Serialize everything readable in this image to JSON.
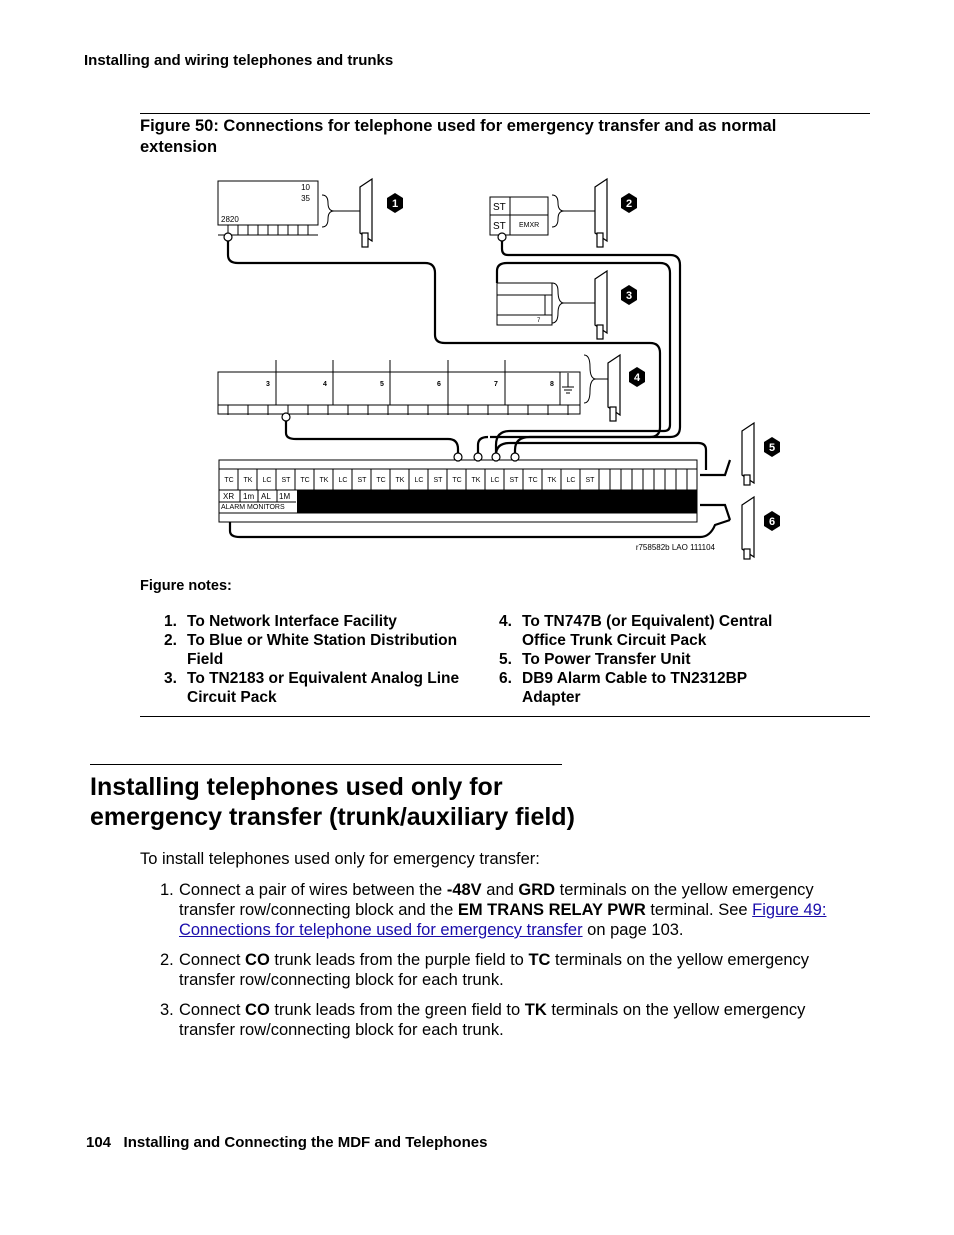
{
  "running_head": "Installing and wiring telephones and trunks",
  "figure": {
    "caption_line1": "Figure 50: Connections for telephone used for emergency transfer and as normal",
    "caption_line2": "extension",
    "diagram": {
      "block1_num_top": "10",
      "block1_num_bottom": "35",
      "block1_label": "2820",
      "block2_st1": "ST",
      "block2_st2": "ST",
      "block2_emxr": "EMXR",
      "block3_num": "7",
      "row_numbers": [
        "3",
        "4",
        "5",
        "6",
        "7",
        "8"
      ],
      "terminal_labels": [
        "TC",
        "TK",
        "LC",
        "ST",
        "TC",
        "TK",
        "LC",
        "ST",
        "TC",
        "TK",
        "LC",
        "ST",
        "TC",
        "TK",
        "LC",
        "ST",
        "TC",
        "TK",
        "LC",
        "ST"
      ],
      "alarm_labels": [
        "XR",
        "1m",
        "AL",
        "1M"
      ],
      "alarm_monitors": "ALARM MONITORS",
      "callouts": [
        "1",
        "2",
        "3",
        "4",
        "5",
        "6"
      ],
      "art_id": "r758582b LAO 111104"
    }
  },
  "figure_notes": {
    "title": "Figure notes:",
    "left": [
      {
        "num": "1.",
        "text": "To Network Interface Facility"
      },
      {
        "num": "2.",
        "text": "To Blue or White Station Distribution Field"
      },
      {
        "num": "3.",
        "text": "To TN2183 or Equivalent Analog Line Circuit Pack"
      }
    ],
    "right": [
      {
        "num": "4.",
        "text": "To TN747B (or Equivalent) Central Office Trunk Circuit Pack"
      },
      {
        "num": "5.",
        "text": "To Power Transfer Unit"
      },
      {
        "num": "6.",
        "text": "DB9 Alarm Cable to TN2312BP Adapter"
      }
    ]
  },
  "section": {
    "title_line1": "Installing telephones used only for",
    "title_line2": "emergency transfer (trunk/auxiliary field)",
    "intro": "To install telephones used only for emergency transfer:",
    "steps": [
      {
        "num": "1.",
        "t1": "Connect a pair of wires between the ",
        "b1": "-48V",
        "t2": " and ",
        "b2": "GRD",
        "t3": " terminals on the yellow emergency transfer row/connecting block and the ",
        "b3": "EM TRANS RELAY PWR",
        "t4": " terminal. See ",
        "link": "Figure 49:  Connections for telephone used for emergency transfer",
        "t5": " on page 103."
      },
      {
        "num": "2.",
        "t1": "Connect ",
        "b1": "CO",
        "t2": " trunk leads from the purple field to ",
        "b2": "TC",
        "t3": " terminals on the yellow emergency transfer row/connecting block for each trunk."
      },
      {
        "num": "3.",
        "t1": "Connect ",
        "b1": "CO",
        "t2": " trunk leads from the green field to ",
        "b2": "TK",
        "t3": " terminals on the yellow emergency transfer row/connecting block for each trunk."
      }
    ]
  },
  "footer": {
    "page_number": "104",
    "title": "Installing and Connecting the MDF and Telephones"
  }
}
